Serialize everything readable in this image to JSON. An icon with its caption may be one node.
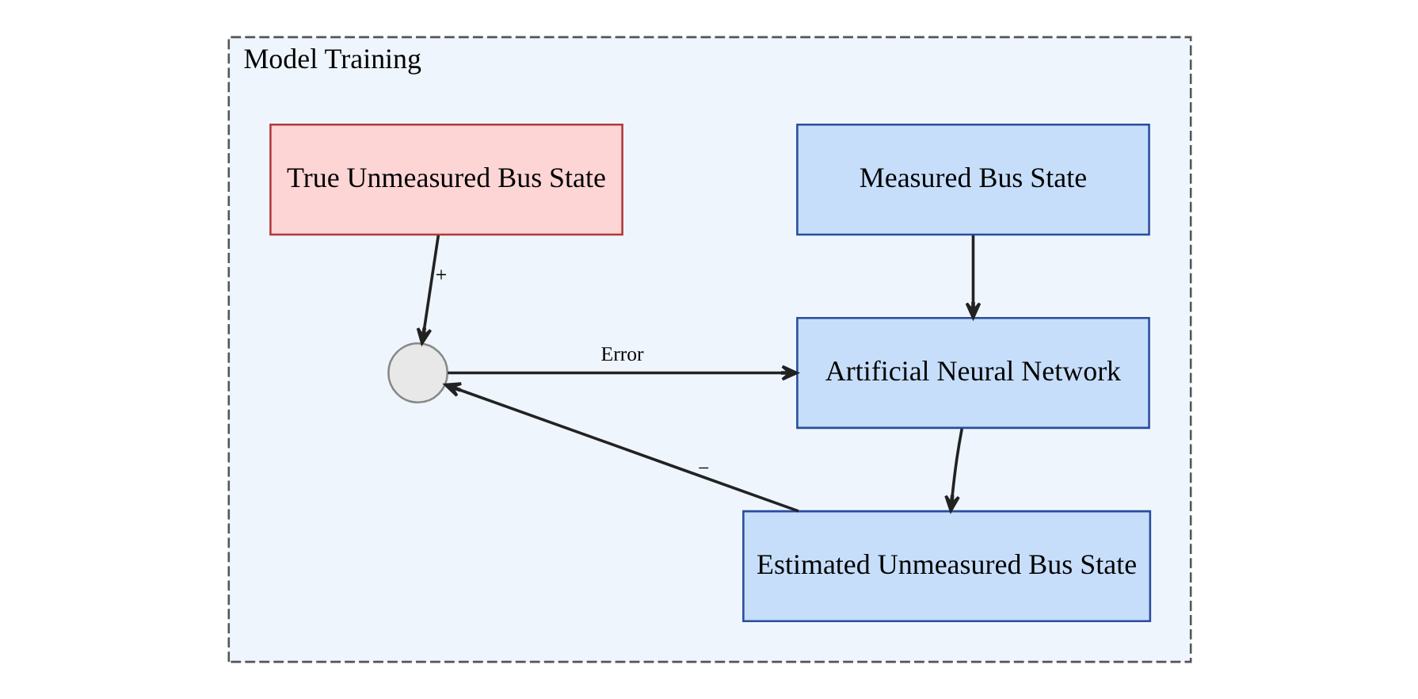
{
  "diagram": {
    "nodes": [
      {
        "text": [
          "Model Training"
        ]
      },
      {
        "text": [
          "True Unmeasured Bus State"
        ],
        "in": 0
      },
      {
        "text": [],
        "shape": "circle",
        "in": 0
      },
      {
        "text": [
          "Measured Bus State"
        ],
        "in": 0
      },
      {
        "text": [
          "Artificial Neural Network"
        ],
        "in": 0
      },
      {
        "text": [
          "Estimated Unmeasured Bus State"
        ],
        "in": 0
      }
    ],
    "edges": [
      {
        "from": 1,
        "to": 2,
        "arrow": "to",
        "label": "+"
      },
      {
        "from": 2,
        "to": 4,
        "arrow": "to",
        "label": "Error"
      },
      {
        "from": 3,
        "to": 4,
        "arrow": "to"
      },
      {
        "from": 4,
        "to": 5,
        "arrow": "to"
      },
      {
        "from": 5,
        "to": 2,
        "arrow": "to",
        "label": "−"
      }
    ]
  }
}
